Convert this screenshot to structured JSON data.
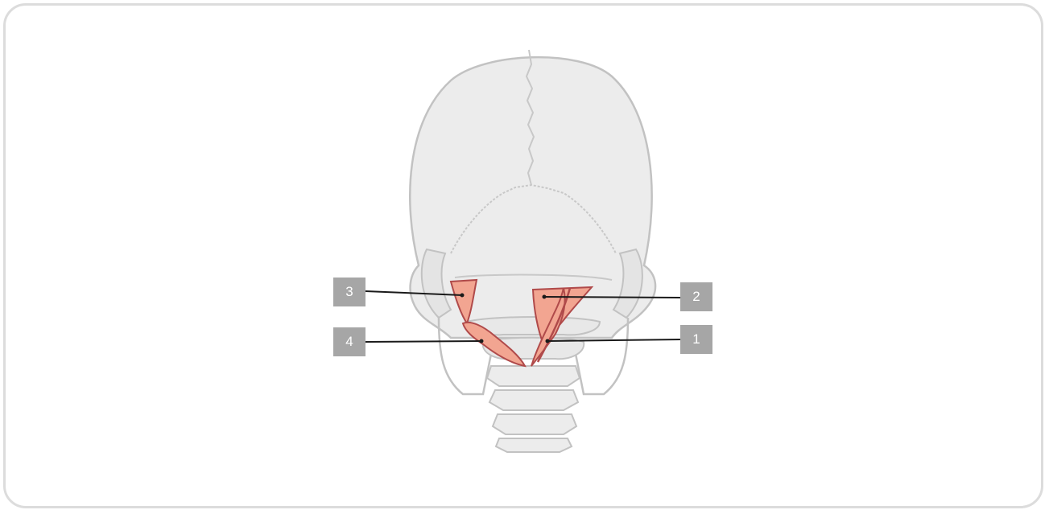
{
  "diagram": {
    "colors": {
      "bone_fill": "#ececec",
      "bone_stroke": "#c2c2c2",
      "muscle_fill": "#f2a591",
      "muscle_stroke": "#b04a4a",
      "label_box": "#a6a6a6",
      "leader_line": "#1a1a1a"
    },
    "labels": [
      {
        "id": "label-1",
        "text": "1"
      },
      {
        "id": "label-2",
        "text": "2"
      },
      {
        "id": "label-3",
        "text": "3"
      },
      {
        "id": "label-4",
        "text": "4"
      }
    ]
  }
}
